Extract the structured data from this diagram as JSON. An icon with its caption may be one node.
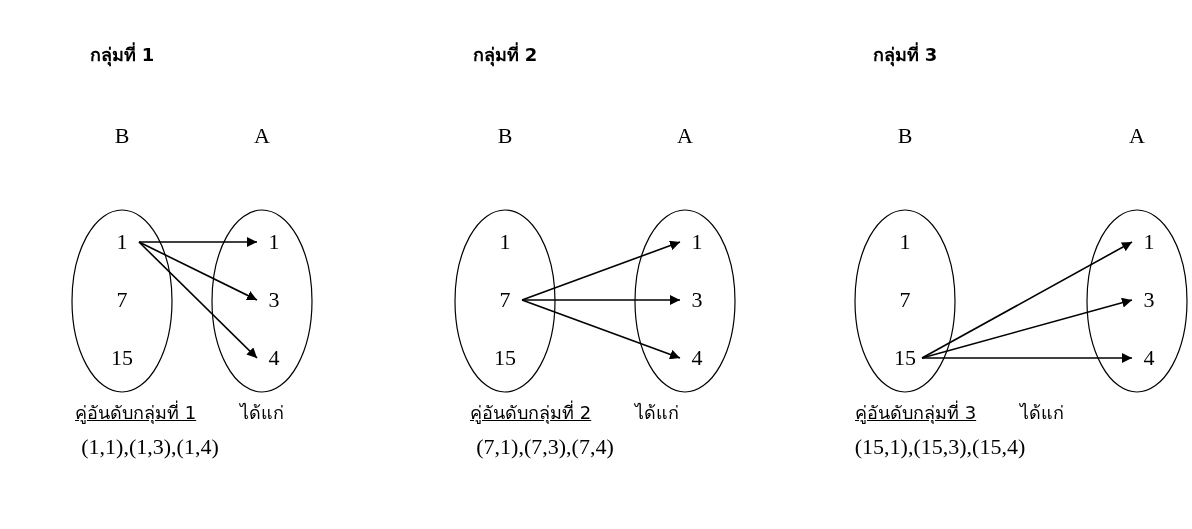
{
  "diagram": {
    "nodes": [
      {
        "text": [
          "B"
        ]
      },
      {
        "text": [
          "1"
        ],
        "in": 0
      },
      {
        "text": [
          "7"
        ],
        "in": 0
      },
      {
        "text": [
          "15"
        ],
        "in": 0
      },
      {
        "text": [
          "A"
        ]
      },
      {
        "text": [
          "1"
        ],
        "in": 4
      },
      {
        "text": [
          "3"
        ],
        "in": 4
      },
      {
        "text": [
          "4"
        ],
        "in": 4
      },
      {
        "text": [
          "B"
        ]
      },
      {
        "text": [
          "1"
        ],
        "in": 8
      },
      {
        "text": [
          "7"
        ],
        "in": 8
      },
      {
        "text": [
          "15"
        ],
        "in": 8
      },
      {
        "text": [
          "A"
        ]
      },
      {
        "text": [
          "1"
        ],
        "in": 12
      },
      {
        "text": [
          "3"
        ],
        "in": 12
      },
      {
        "text": [
          "4"
        ],
        "in": 12
      },
      {
        "text": [
          "B"
        ]
      },
      {
        "text": [
          "1"
        ],
        "in": 16
      },
      {
        "text": [
          "7"
        ],
        "in": 16
      },
      {
        "text": [
          "15"
        ],
        "in": 16
      },
      {
        "text": [
          "A"
        ]
      },
      {
        "text": [
          "1"
        ],
        "in": 20
      },
      {
        "text": [
          "3"
        ],
        "in": 20
      },
      {
        "text": [
          "4"
        ],
        "in": 20
      }
    ],
    "edges": [
      {
        "from": 1,
        "to": 5,
        "arrow": "to"
      },
      {
        "from": 1,
        "to": 6,
        "arrow": "to"
      },
      {
        "from": 1,
        "to": 7,
        "arrow": "to"
      },
      {
        "from": 10,
        "to": 13,
        "arrow": "to"
      },
      {
        "from": 10,
        "to": 14,
        "arrow": "to"
      },
      {
        "from": 10,
        "to": 15,
        "arrow": "to"
      },
      {
        "from": 19,
        "to": 21,
        "arrow": "to"
      },
      {
        "from": 19,
        "to": 22,
        "arrow": "to"
      },
      {
        "from": 19,
        "to": 23,
        "arrow": "to"
      }
    ],
    "labels": [
      "กลุ่มที่ 1",
      "กลุ่มที่ 2",
      "กลุ่มที่ 3",
      "คู่อันดับกลุ่มที่ 1",
      "ได้แก่",
      "คู่อันดับกลุ่มที่ 2",
      "ได้แก่",
      "คู่อันดับกลุ่มที่ 3",
      "ได้แก่",
      "(1,1),(1,3),(1,4)",
      "(7,1),(7,3),(7,4)",
      "(15,1),(15,3),(15,4)"
    ]
  }
}
